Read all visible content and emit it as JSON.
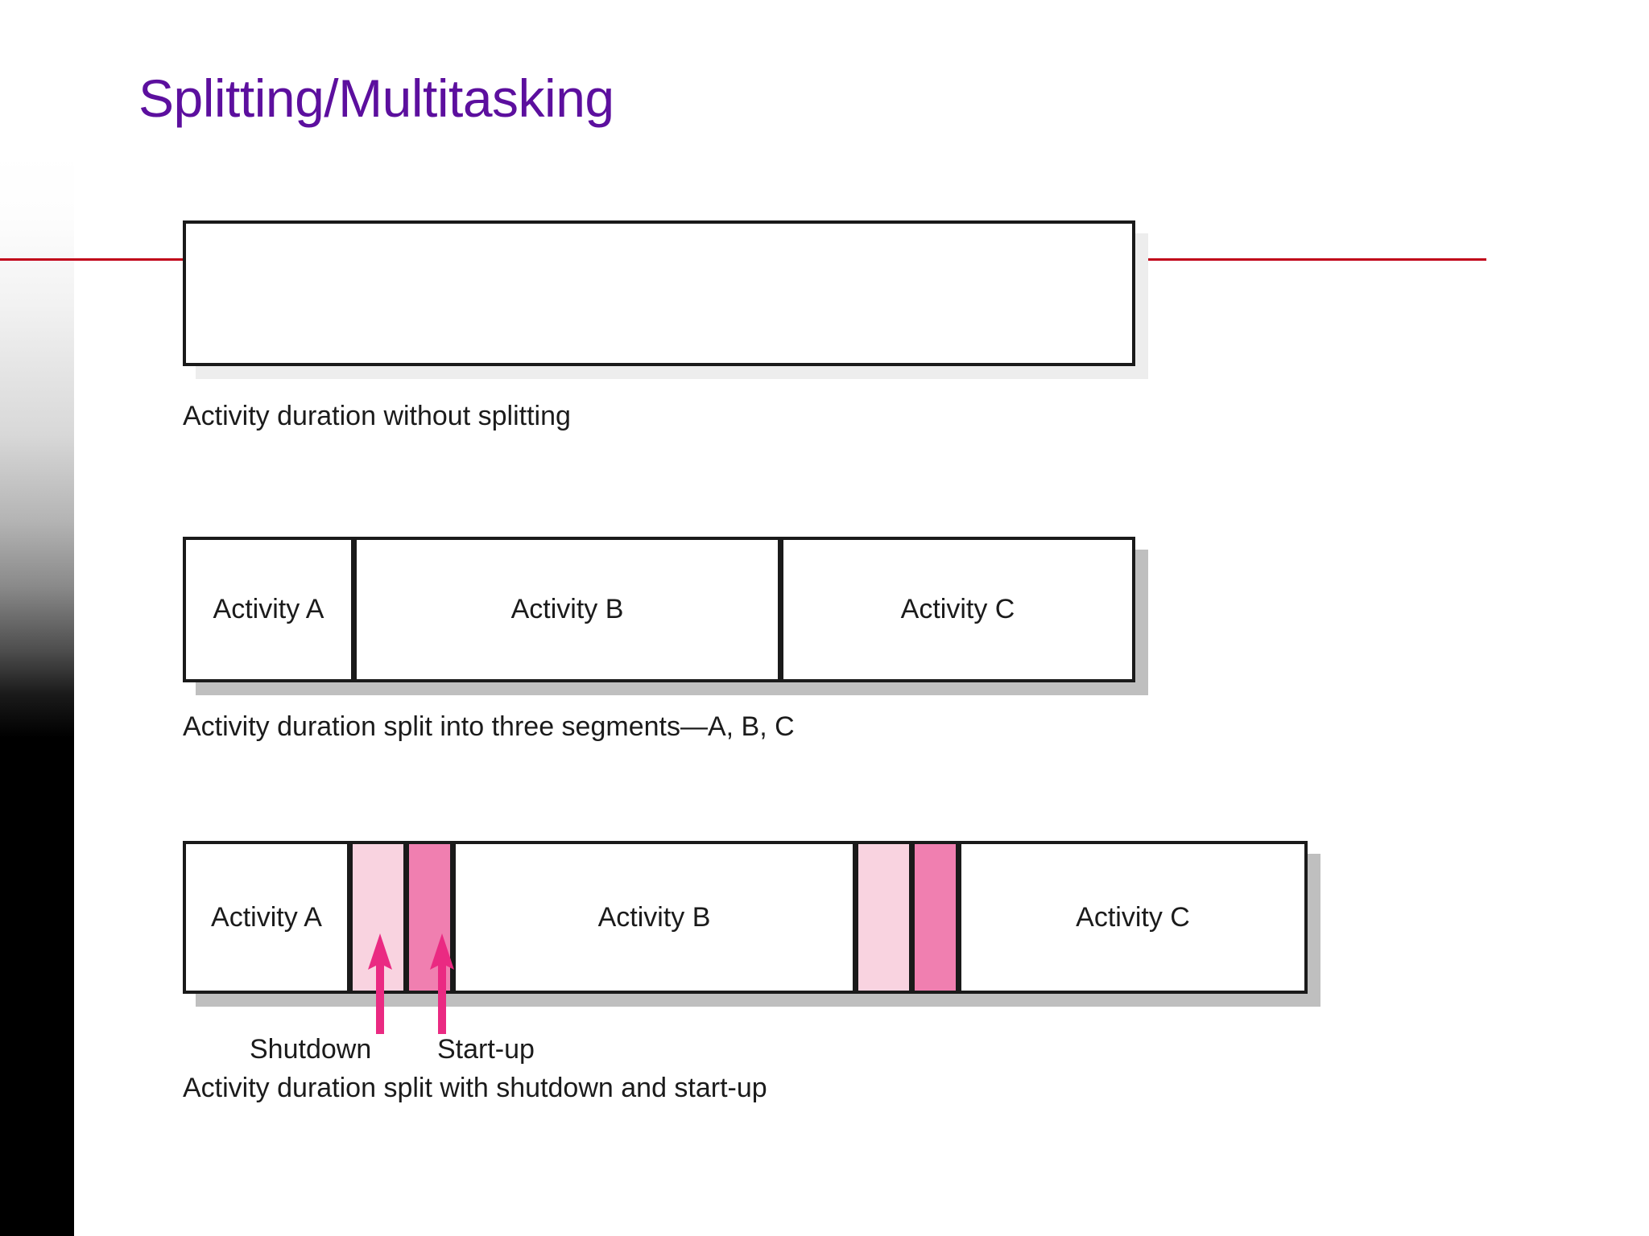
{
  "slide": {
    "title": "Splitting/Multitasking",
    "title_color": "#5c0f9e",
    "accent_rule_color": "#c00018",
    "background_color": "#ffffff"
  },
  "figure": {
    "bar_border_color": "#1a1a1a",
    "shadow_color": "#bfbfbf",
    "pink_light_color": "#f9d3e0",
    "pink_dark_color": "#f07fb0",
    "arrow_color": "#ea2a82",
    "rows": [
      {
        "id": "row-unsplit",
        "caption": "Activity duration without splitting",
        "segments": [
          {
            "label": "",
            "kind": "plain"
          }
        ]
      },
      {
        "id": "row-split-three",
        "caption": "Activity duration split into three segments—A, B, C",
        "segments": [
          {
            "label": "Activity A",
            "kind": "plain"
          },
          {
            "label": "Activity B",
            "kind": "plain"
          },
          {
            "label": "Activity C",
            "kind": "plain"
          }
        ]
      },
      {
        "id": "row-split-shutdown",
        "caption": "Activity duration split with shutdown and start-up",
        "segments": [
          {
            "label": "Activity A",
            "kind": "plain"
          },
          {
            "label": "",
            "kind": "shutdown"
          },
          {
            "label": "",
            "kind": "startup"
          },
          {
            "label": "Activity B",
            "kind": "plain"
          },
          {
            "label": "",
            "kind": "shutdown"
          },
          {
            "label": "",
            "kind": "startup"
          },
          {
            "label": "Activity C",
            "kind": "plain"
          }
        ]
      }
    ],
    "callouts": [
      {
        "id": "callout-shutdown",
        "label": "Shutdown"
      },
      {
        "id": "callout-startup",
        "label": "Start-up"
      }
    ]
  }
}
